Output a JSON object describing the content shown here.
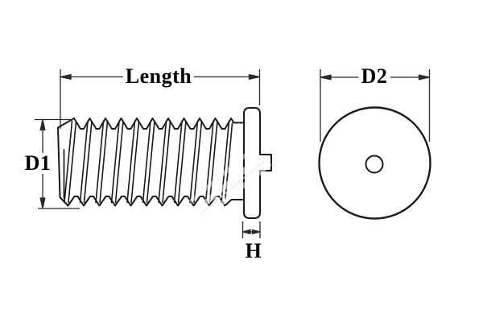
{
  "drawing": {
    "kind": "weld-stud-technical-drawing",
    "views": {
      "side_view": "threaded stud with flanged head and weld tip",
      "front_view": "flange circle with center weld tip"
    },
    "labels": {
      "length": "Length",
      "d1": "D1",
      "d2": "D2",
      "h": "H"
    },
    "colors": {
      "line": "#1a1a1a",
      "dimension_line": "#2a2a2a",
      "label_text": "#000000",
      "background": "#ffffff"
    }
  }
}
